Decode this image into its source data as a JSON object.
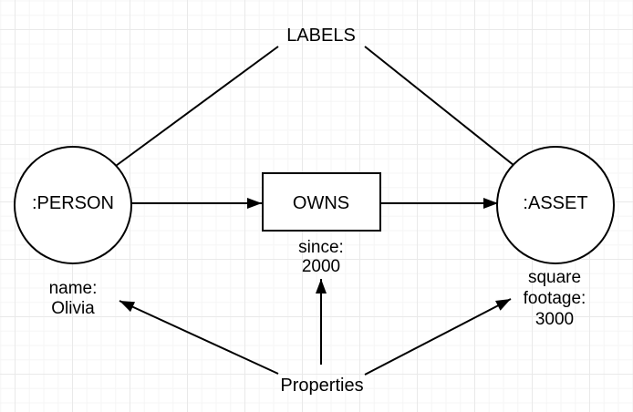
{
  "canvas": {
    "background_color": "#ffffff",
    "grid_minor_color": "#f5f5f5",
    "grid_major_color": "#e9e9e9",
    "stroke_color": "#000000",
    "text_color": "#000000"
  },
  "nodes": {
    "person": {
      "label": ":PERSON",
      "shape": "circle"
    },
    "owns": {
      "label": "OWNS",
      "shape": "rectangle"
    },
    "asset": {
      "label": ":ASSET",
      "shape": "circle"
    }
  },
  "annotations": {
    "labels_title": "LABELS",
    "properties_title": "Properties",
    "since_property": {
      "line1": "since:",
      "line2": "2000"
    },
    "name_property": {
      "line1": "name:",
      "line2": "Olivia"
    },
    "square_footage_property": {
      "line1": "square",
      "line2": "footage:",
      "line3": "3000"
    }
  }
}
